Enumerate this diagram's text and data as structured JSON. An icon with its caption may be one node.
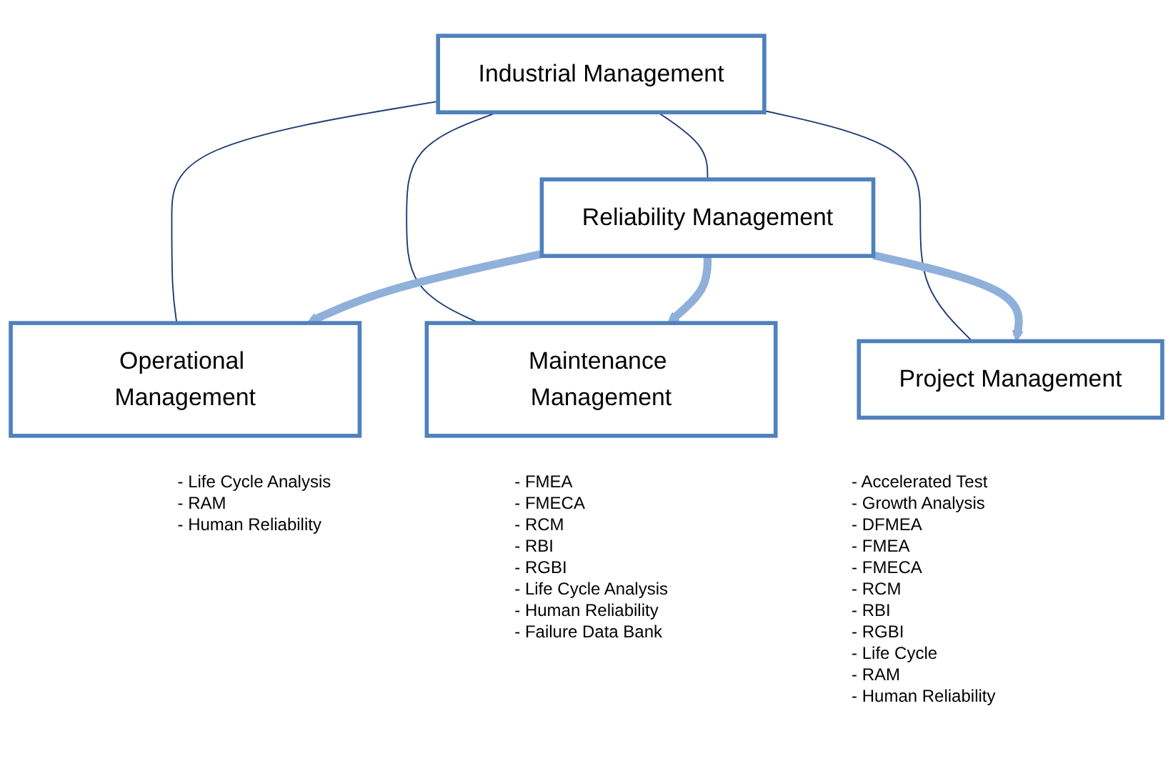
{
  "diagram": {
    "nodes": [
      {
        "text": [
          "Industrial Management"
        ]
      },
      {
        "text": [
          "Operational Management"
        ]
      },
      {
        "text": [
          "Maintenance Management"
        ]
      },
      {
        "text": [
          "Project Management"
        ]
      },
      {
        "text": [
          "Reliability Management"
        ]
      }
    ],
    "edges": [
      {
        "from": 0,
        "to": 1,
        "arrow": "none"
      },
      {
        "from": 0,
        "to": 2,
        "arrow": "none"
      },
      {
        "from": 0,
        "to": 3,
        "arrow": "none"
      },
      {
        "from": 0,
        "to": 4,
        "arrow": "none"
      },
      {
        "from": 4,
        "to": 1,
        "arrow": "to",
        "style": "thick",
        "color": "#8fb0d9"
      },
      {
        "from": 4,
        "to": 2,
        "arrow": "to",
        "style": "thick",
        "color": "#8fb0d9"
      },
      {
        "from": 4,
        "to": 3,
        "arrow": "to",
        "style": "thick",
        "color": "#8fb0d9"
      }
    ],
    "labels": [
      "- Life Cycle Analysis",
      "- RAM",
      "- Human Reliability",
      "- FMEA",
      "- FMECA",
      "- RCM",
      "- RBI",
      "- RGBI",
      "- Life Cycle Analysis",
      "- Human Reliability",
      "- Failure Data Bank",
      "- Accelerated Test",
      "- Growth Analysis",
      "- DFMEA",
      "- FMEA",
      "- FMECA",
      "- RCM",
      "- RBI",
      "- RGBI",
      "- Life Cycle",
      "- RAM",
      "- Human Reliability"
    ]
  }
}
